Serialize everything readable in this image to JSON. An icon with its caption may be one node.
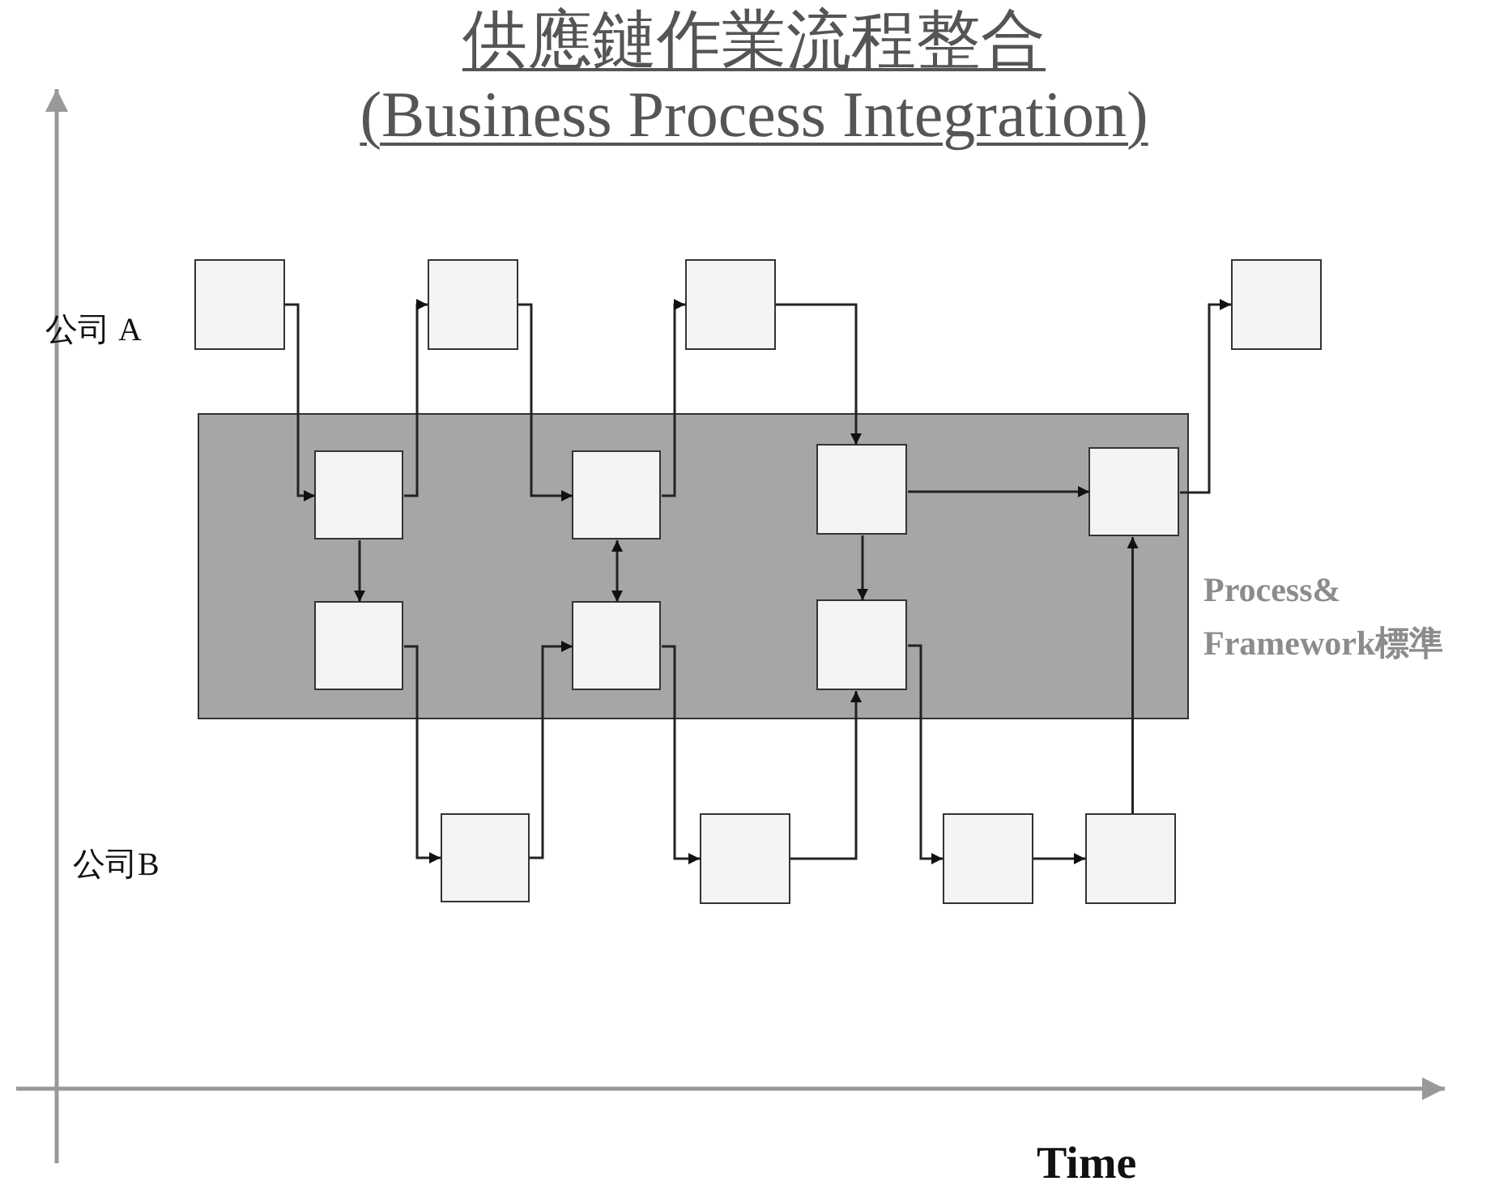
{
  "diagram": {
    "title": "供應鏈作業流程整合 (Business Process Integration)",
    "nodes": [
      {
        "text": [
          "Process& Framework標準"
        ]
      },
      {
        "text": [],
        "shape": "box"
      },
      {
        "text": [],
        "shape": "box"
      },
      {
        "text": [],
        "shape": "box"
      },
      {
        "text": [],
        "shape": "box"
      },
      {
        "text": [],
        "shape": "box",
        "in": 0
      },
      {
        "text": [],
        "shape": "box",
        "in": 0
      },
      {
        "text": [],
        "shape": "box",
        "in": 0
      },
      {
        "text": [],
        "shape": "box",
        "in": 0
      },
      {
        "text": [],
        "shape": "box",
        "in": 0
      },
      {
        "text": [],
        "shape": "box",
        "in": 0
      },
      {
        "text": [],
        "shape": "box",
        "in": 0
      },
      {
        "text": [],
        "shape": "box"
      },
      {
        "text": [],
        "shape": "box"
      },
      {
        "text": [],
        "shape": "box"
      },
      {
        "text": [],
        "shape": "box"
      }
    ],
    "edges": [
      {
        "from": 1,
        "to": 5,
        "arrow": "to"
      },
      {
        "from": 5,
        "to": 2,
        "arrow": "to"
      },
      {
        "from": 2,
        "to": 6,
        "arrow": "to"
      },
      {
        "from": 6,
        "to": 3,
        "arrow": "to"
      },
      {
        "from": 3,
        "to": 7,
        "arrow": "to"
      },
      {
        "from": 7,
        "to": 8,
        "arrow": "to"
      },
      {
        "from": 8,
        "to": 4,
        "arrow": "to"
      },
      {
        "from": 5,
        "to": 9,
        "arrow": "to"
      },
      {
        "from": 6,
        "to": 10,
        "arrow": "both"
      },
      {
        "from": 7,
        "to": 11,
        "arrow": "to"
      },
      {
        "from": 9,
        "to": 12,
        "arrow": "to"
      },
      {
        "from": 12,
        "to": 10,
        "arrow": "to"
      },
      {
        "from": 10,
        "to": 13,
        "arrow": "to"
      },
      {
        "from": 13,
        "to": 11,
        "arrow": "to"
      },
      {
        "from": 11,
        "to": 14,
        "arrow": "to"
      },
      {
        "from": 14,
        "to": 15,
        "arrow": "to"
      },
      {
        "from": 15,
        "to": 8,
        "arrow": "to"
      }
    ],
    "labels": [
      "公司 A",
      "公司B",
      "Time"
    ]
  }
}
